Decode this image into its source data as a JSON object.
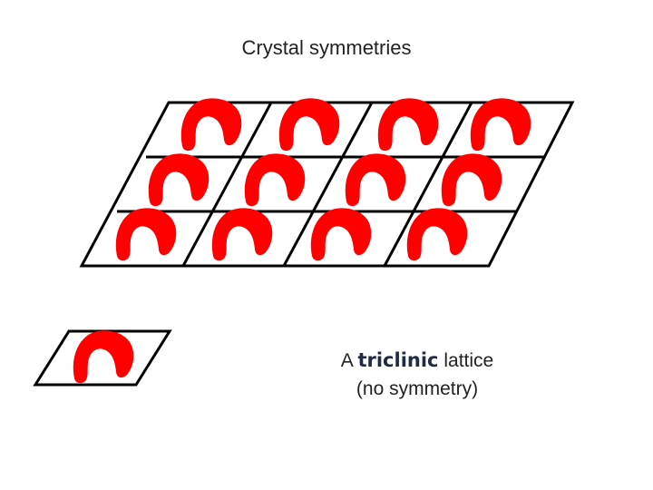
{
  "title": "Crystal symmetries",
  "caption": {
    "line1_prefix": "A ",
    "line1_keyword": "triclinic",
    "line1_suffix": " lattice",
    "line2": "(no symmetry)"
  },
  "lattice": {
    "rows": 3,
    "cols": 4
  },
  "colors": {
    "motif": "#ff0000",
    "lines": "#000000",
    "keyword": "#1f2a44"
  }
}
